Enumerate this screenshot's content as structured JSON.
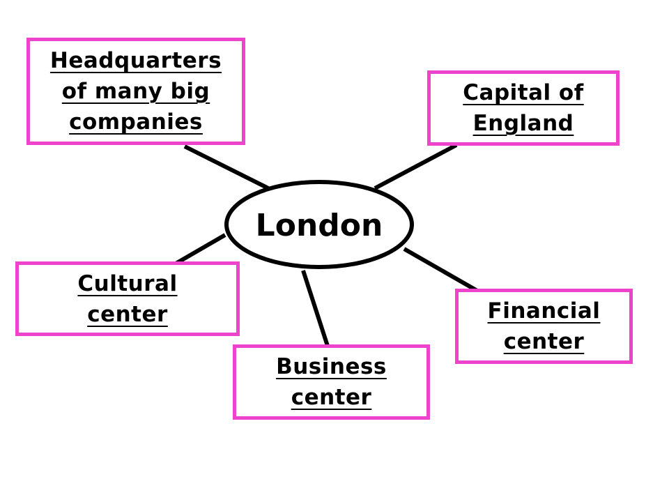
{
  "diagram": {
    "center": "London",
    "nodes": {
      "headquarters": "Headquarters\nof many big\ncompanies",
      "capital": "Capital of\nEngland",
      "cultural": "Cultural\ncenter",
      "business": "Business\ncenter",
      "financial": "Financial\ncenter"
    }
  },
  "colors": {
    "box_border": "#ee44cc",
    "lines": "#000000",
    "background": "#ffffff"
  }
}
